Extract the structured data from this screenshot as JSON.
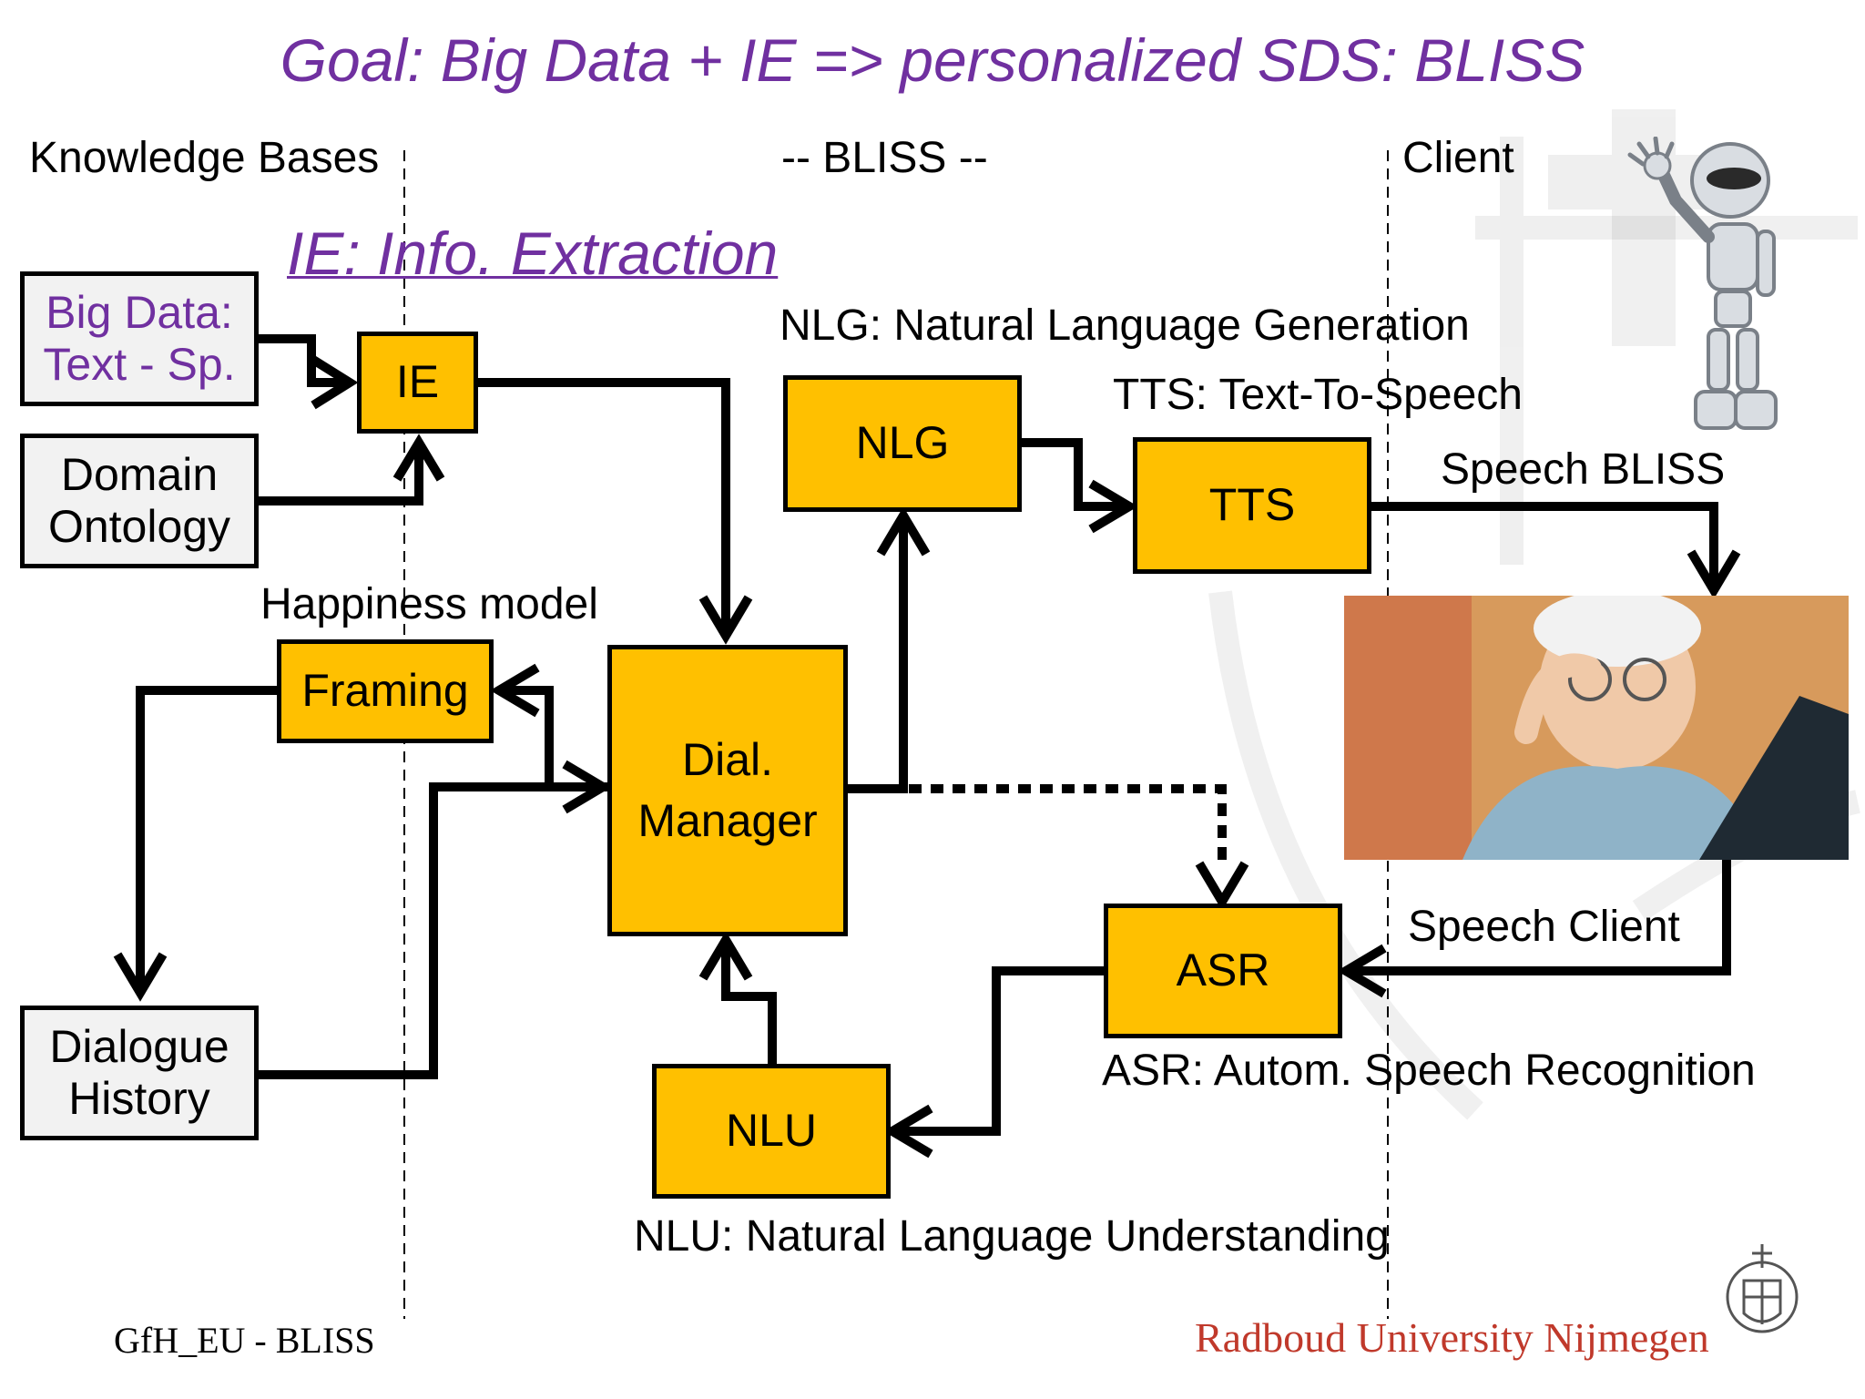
{
  "title": "Goal: Big Data + IE => personalized SDS: BLISS",
  "columns": {
    "left": "Knowledge Bases",
    "middle": "-- BLISS --",
    "right": "Client"
  },
  "ie_heading": "IE: Info. Extraction",
  "boxes": {
    "big_data_line1": "Big Data:",
    "big_data_line2": "Text - Sp.",
    "domain_line1": "Domain",
    "domain_line2": "Ontology",
    "ie": "IE",
    "framing": "Framing",
    "dialogue_line1": "Dialogue",
    "dialogue_line2": "History",
    "dial_line1": "Dial.",
    "dial_line2": "Manager",
    "nlg": "NLG",
    "tts": "TTS",
    "asr": "ASR",
    "nlu": "NLU"
  },
  "labels": {
    "happiness": "Happiness model",
    "nlg_desc": "NLG: Natural Language Generation",
    "tts_desc": "TTS: Text-To-Speech",
    "speech_bliss": "Speech BLISS",
    "speech_client": "Speech Client",
    "asr_desc": "ASR: Autom. Speech Recognition",
    "nlu_desc": "NLU: Natural Language Understanding"
  },
  "footer": {
    "left": "GfH_EU - BLISS",
    "right": "Radboud University Nijmegen"
  },
  "colors": {
    "title_purple": "#7030a0",
    "box_orange": "#ffc000",
    "box_grey": "#f2f2f2",
    "footer_red": "#c0392b"
  }
}
